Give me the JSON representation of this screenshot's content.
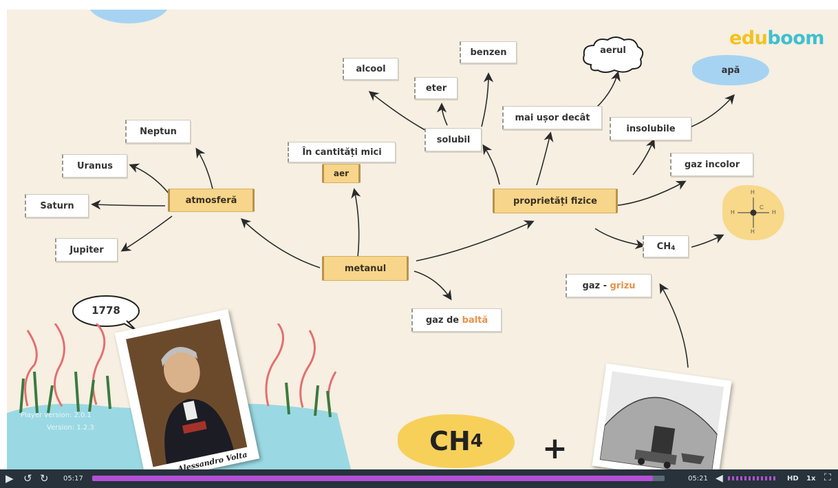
{
  "brand": {
    "logo_part1": "edu",
    "logo_part2": "boom"
  },
  "mindmap": {
    "center": "metanul",
    "atmosfera": "atmosferă",
    "planets": [
      "Neptun",
      "Uranus",
      "Saturn",
      "Jupiter"
    ],
    "in_cantitati_mici": "În cantități mici",
    "aer": "aer",
    "proprietati_fizice": "proprietăți fizice",
    "solubil": "solubil",
    "alcool": "alcool",
    "eter": "eter",
    "benzen": "benzen",
    "mai_usor": "mai ușor decât",
    "aerul": "aerul",
    "insolubile": "insolubile",
    "apa": "apă",
    "gaz_incolor": "gaz incolor",
    "ch4_label_main": "CH",
    "ch4_label_sub": "4",
    "gaz_balta_prefix": "gaz de ",
    "gaz_balta_highlight": "baltă",
    "gaz_grizu_prefix": "gaz - ",
    "gaz_grizu_highlight": "grizu",
    "year": "1778",
    "portrait_caption": "Alessandro Volta",
    "formula_main": "CH",
    "formula_sub": "4",
    "plus": "+",
    "molecule_atoms": [
      "H",
      "H",
      "C",
      "H",
      "H"
    ]
  },
  "overlay": {
    "version_line1": "Player version: 2.0.1",
    "version_line2": "Version: 1.2.3"
  },
  "player": {
    "time_current": "05:17",
    "time_total": "05:21",
    "progress": 0.98,
    "speed": "1x",
    "quality": "HD",
    "icons": [
      "play-icon",
      "rewind-icon",
      "forward-icon",
      "volume-icon",
      "fullscreen-icon"
    ]
  },
  "colors": {
    "highlight_orange": "#e8924a",
    "scroll_yellow": "#f7d58a",
    "progress_purple": "#b44fd6",
    "cloud_blue": "#a7d3f2",
    "player_bg": "#27323b"
  }
}
